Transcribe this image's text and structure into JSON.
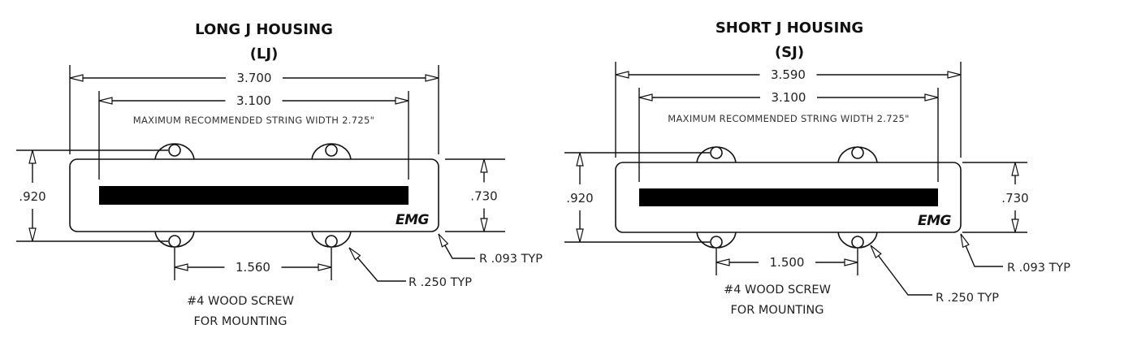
{
  "drawings": [
    {
      "title": "LONG J HOUSING",
      "subtitle": "(LJ)",
      "overall_length": "3.700",
      "pole_length": "3.100",
      "string_note": "MAXIMUM RECOMMENDED STRING WIDTH 2.725\"",
      "ear_height": ".920",
      "body_height": ".730",
      "screw_spacing": "1.560",
      "ear_radius": "R .250 TYP",
      "corner_radius": "R .093 TYP",
      "screw_note_1": "#4 WOOD SCREW",
      "screw_note_2": "FOR MOUNTING",
      "logo": "EMG"
    },
    {
      "title": "SHORT J HOUSING",
      "subtitle": "(SJ)",
      "overall_length": "3.590",
      "pole_length": "3.100",
      "string_note": "MAXIMUM RECOMMENDED STRING WIDTH 2.725\"",
      "ear_height": ".920",
      "body_height": ".730",
      "screw_spacing": "1.500",
      "ear_radius": "R .250 TYP",
      "corner_radius": "R .093 TYP",
      "screw_note_1": "#4 WOOD SCREW",
      "screw_note_2": "FOR MOUNTING",
      "logo": "EMG"
    }
  ]
}
